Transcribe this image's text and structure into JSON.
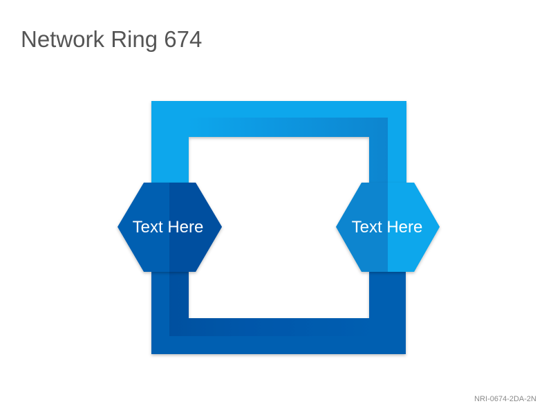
{
  "title": "Network Ring 674",
  "code": "NRI-0674-2DA-2N",
  "nodes": [
    {
      "label": "Text Here"
    },
    {
      "label": "Text Here"
    }
  ],
  "colors": {
    "light_blue": "#0ba7ec",
    "mid_blue": "#0785cf",
    "dark_blue": "#045eb1",
    "darker_blue": "#03509f",
    "title_gray": "#555555",
    "code_gray": "#8a8a8a"
  }
}
